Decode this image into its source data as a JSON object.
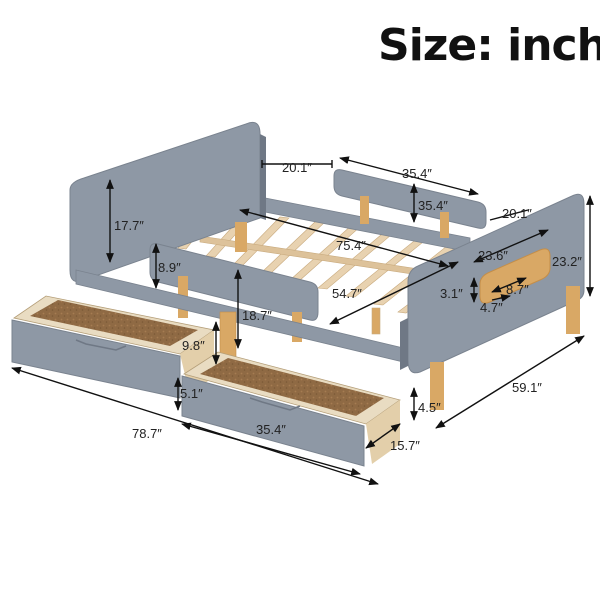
{
  "title": "Size: inch",
  "colors": {
    "panel": "#8e98a5",
    "panel_edge": "#7a838f",
    "panel_dark": "#6f7885",
    "wood": "#d9a865",
    "wood_dark": "#c48e49",
    "slat": "#e8d2b0",
    "drawer_bottom": "#8f6a44",
    "drawer_inner": "#e9dcc2"
  },
  "dimensions": {
    "headboard_height": "17.7″",
    "headboard_gap": "20.1″",
    "guardrail_length": "35.4″",
    "guardrail_height": "35.4″",
    "footboard_gap": "20.1″",
    "inner_length": "75.4″",
    "guard_height": "8.9″",
    "inner_width": "54.7″",
    "side_height": "18.7″",
    "footboard_cutout_width": "23.6″",
    "footboard_height": "23.2″",
    "cutout_height": "3.1″",
    "cutout_inner": "8.7″",
    "cutout_depth": "4.7″",
    "leg_height": "9.8″",
    "drawer_front_height": "5.1″",
    "drawer_length": "35.4″",
    "drawer_height": "4.5″",
    "drawer_depth": "15.7″",
    "total_length": "78.7″",
    "total_width": "59.1″"
  }
}
